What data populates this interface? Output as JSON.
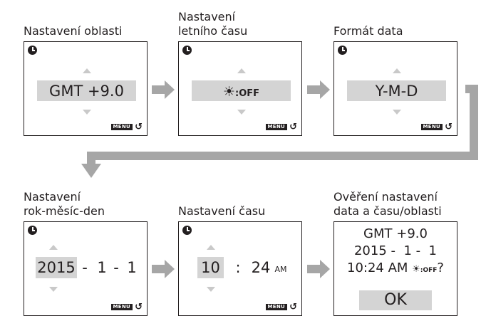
{
  "steps": [
    {
      "label": "Nastavení oblasti",
      "value": "GMT +9.0"
    },
    {
      "label_lines": [
        "Nastavení",
        "letního času"
      ],
      "value_icon": "dst-sun-icon",
      "value_text": ":OFF"
    },
    {
      "label": "Formát data",
      "value": "Y-M-D"
    },
    {
      "label_lines": [
        "Nastavení",
        "rok-měsíc-den"
      ],
      "year": "2015",
      "month": "1",
      "day": "1",
      "sep": "-"
    },
    {
      "label": "Nastavení času",
      "hour": "10",
      "colon": ":",
      "minute": "24",
      "ampm": "AM"
    },
    {
      "label_lines": [
        "Ověření nastavení",
        "data a času/oblasti"
      ],
      "confirm_lines": [
        "GMT +9.0",
        "2015 -  1 -  1"
      ],
      "confirm_time": "10:24 AM",
      "confirm_dst": ":OFF",
      "confirm_q": "?",
      "ok_label": "OK"
    }
  ],
  "menu_label": "MENU",
  "back_glyph": "↺",
  "sun_glyph": "☀",
  "colors": {
    "highlight": "#d4d4d4",
    "arrow": "#a6a6a6",
    "stroke": "#231f20"
  }
}
